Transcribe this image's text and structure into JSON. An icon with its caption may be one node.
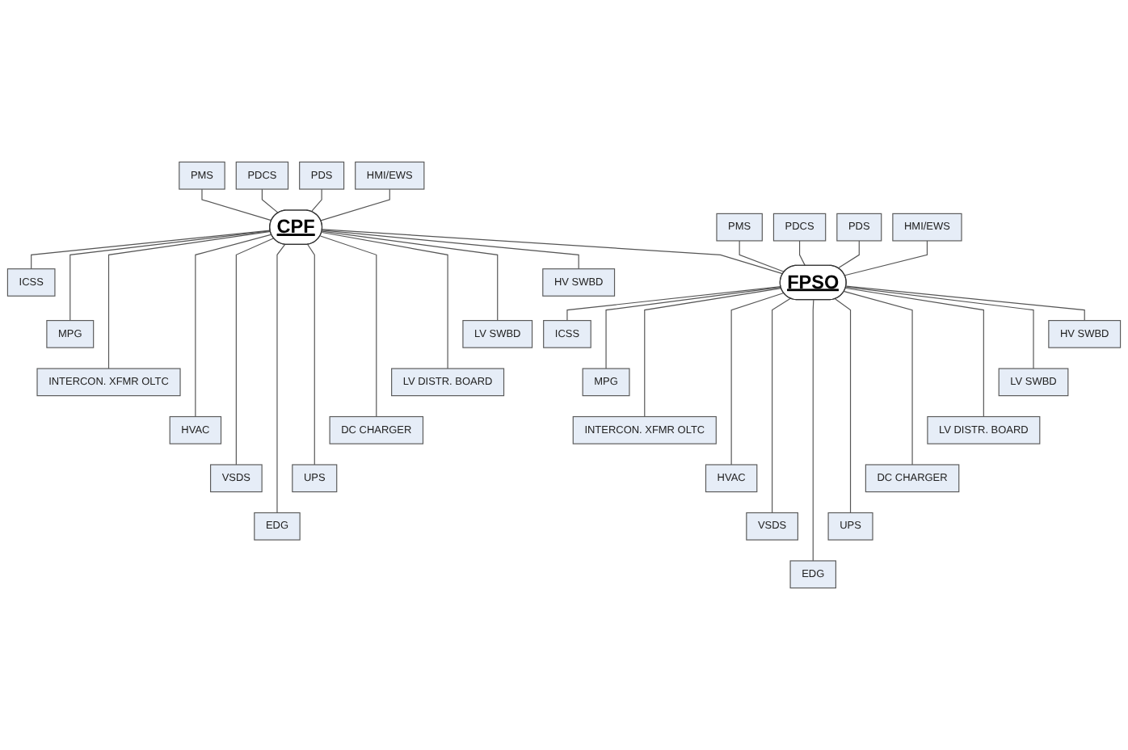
{
  "diagram": {
    "nodes": [
      {
        "text": [
          "PMS"
        ]
      },
      {
        "text": [
          "PDCS"
        ]
      },
      {
        "text": [
          "PDS"
        ]
      },
      {
        "text": [
          "HMI/EWS"
        ]
      },
      {
        "text": [
          "CPF"
        ]
      },
      {
        "text": [
          "ICSS"
        ]
      },
      {
        "text": [
          "MPG"
        ]
      },
      {
        "text": [
          "INTERCON. XFMR OLTC"
        ]
      },
      {
        "text": [
          "HVAC"
        ]
      },
      {
        "text": [
          "VSDS"
        ]
      },
      {
        "text": [
          "EDG"
        ]
      },
      {
        "text": [
          "UPS"
        ]
      },
      {
        "text": [
          "DC CHARGER"
        ]
      },
      {
        "text": [
          "LV DISTR. BOARD"
        ]
      },
      {
        "text": [
          "LV SWBD"
        ]
      },
      {
        "text": [
          "HV SWBD"
        ]
      },
      {
        "text": [
          "PMS"
        ]
      },
      {
        "text": [
          "PDCS"
        ]
      },
      {
        "text": [
          "PDS"
        ]
      },
      {
        "text": [
          "HMI/EWS"
        ]
      },
      {
        "text": [
          "FPSO"
        ]
      },
      {
        "text": [
          "ICSS"
        ]
      },
      {
        "text": [
          "MPG"
        ]
      },
      {
        "text": [
          "INTERCON. XFMR OLTC"
        ]
      },
      {
        "text": [
          "HVAC"
        ]
      },
      {
        "text": [
          "VSDS"
        ]
      },
      {
        "text": [
          "EDG"
        ]
      },
      {
        "text": [
          "UPS"
        ]
      },
      {
        "text": [
          "DC CHARGER"
        ]
      },
      {
        "text": [
          "LV DISTR. BOARD"
        ]
      },
      {
        "text": [
          "LV SWBD"
        ]
      },
      {
        "text": [
          "HV SWBD"
        ]
      }
    ],
    "edges": [
      {
        "from": 0,
        "to": 4,
        "arrow": "none"
      },
      {
        "from": 1,
        "to": 4,
        "arrow": "none"
      },
      {
        "from": 2,
        "to": 4,
        "arrow": "none"
      },
      {
        "from": 3,
        "to": 4,
        "arrow": "none"
      },
      {
        "from": 4,
        "to": 5,
        "arrow": "none"
      },
      {
        "from": 4,
        "to": 6,
        "arrow": "none"
      },
      {
        "from": 4,
        "to": 7,
        "arrow": "none"
      },
      {
        "from": 4,
        "to": 8,
        "arrow": "none"
      },
      {
        "from": 4,
        "to": 9,
        "arrow": "none"
      },
      {
        "from": 4,
        "to": 10,
        "arrow": "none"
      },
      {
        "from": 4,
        "to": 11,
        "arrow": "none"
      },
      {
        "from": 4,
        "to": 12,
        "arrow": "none"
      },
      {
        "from": 4,
        "to": 13,
        "arrow": "none"
      },
      {
        "from": 4,
        "to": 14,
        "arrow": "none"
      },
      {
        "from": 4,
        "to": 15,
        "arrow": "none"
      },
      {
        "from": 4,
        "to": 20,
        "arrow": "none"
      },
      {
        "from": 16,
        "to": 20,
        "arrow": "none"
      },
      {
        "from": 17,
        "to": 20,
        "arrow": "none"
      },
      {
        "from": 18,
        "to": 20,
        "arrow": "none"
      },
      {
        "from": 19,
        "to": 20,
        "arrow": "none"
      },
      {
        "from": 20,
        "to": 21,
        "arrow": "none"
      },
      {
        "from": 20,
        "to": 22,
        "arrow": "none"
      },
      {
        "from": 20,
        "to": 23,
        "arrow": "none"
      },
      {
        "from": 20,
        "to": 24,
        "arrow": "none"
      },
      {
        "from": 20,
        "to": 25,
        "arrow": "none"
      },
      {
        "from": 20,
        "to": 26,
        "arrow": "none"
      },
      {
        "from": 20,
        "to": 27,
        "arrow": "none"
      },
      {
        "from": 20,
        "to": 28,
        "arrow": "none"
      },
      {
        "from": 20,
        "to": 29,
        "arrow": "none"
      },
      {
        "from": 20,
        "to": 30,
        "arrow": "none"
      },
      {
        "from": 20,
        "to": 31,
        "arrow": "none"
      }
    ]
  }
}
